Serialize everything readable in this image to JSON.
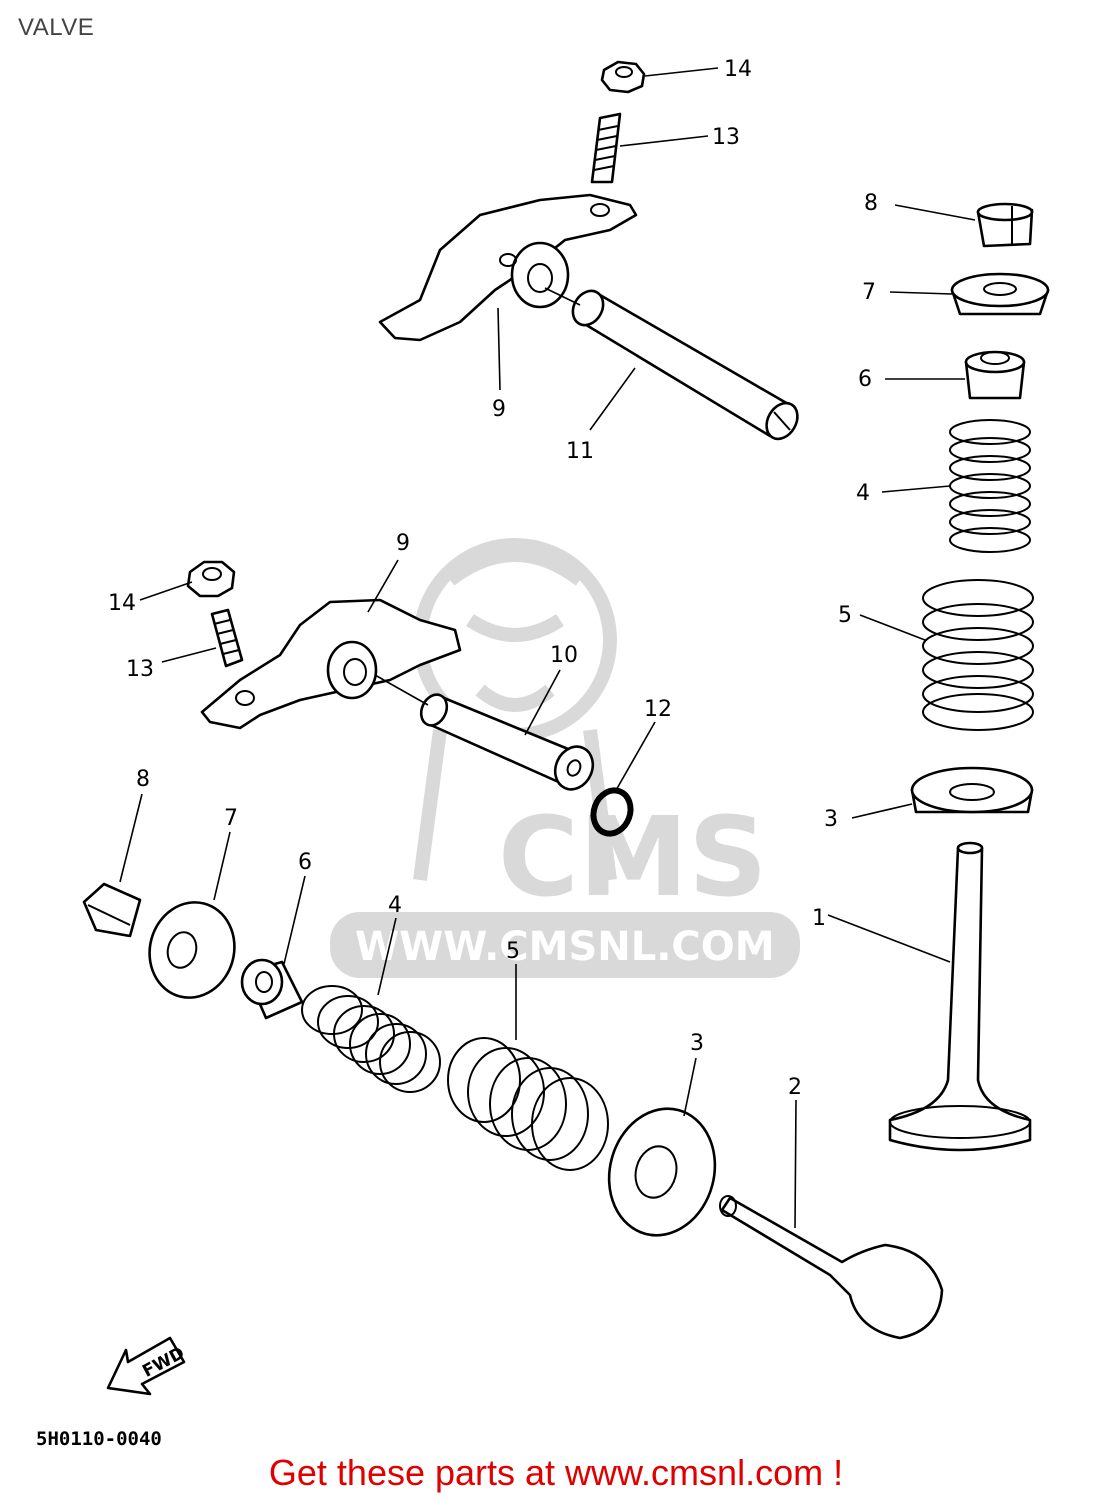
{
  "page": {
    "title": "VALVE"
  },
  "footer": {
    "link_text": "Get these parts at www.cmsnl.com !"
  },
  "diagram": {
    "code": "5H0110-0040",
    "fwd": "FWD"
  },
  "watermark": {
    "brand": "CMS",
    "url": "WWW.CMSNL.COM"
  },
  "callouts": {
    "upper_nut": "14",
    "upper_screw": "13",
    "upper_arm": "9",
    "upper_shaft": "11",
    "r_cotter": "8",
    "r_retainer": "7",
    "r_seal": "6",
    "r_inner_spring": "4",
    "r_outer_spring": "5",
    "r_seat": "3",
    "r_valve": "1",
    "mid_arm": "9",
    "mid_nut": "14",
    "mid_screw": "13",
    "mid_shaft": "10",
    "oring": "12",
    "l_cotter": "8",
    "l_retainer": "7",
    "l_seal": "6",
    "l_inner_spring": "4",
    "l_outer_spring": "5",
    "l_seat": "3",
    "l_valve": "2"
  }
}
